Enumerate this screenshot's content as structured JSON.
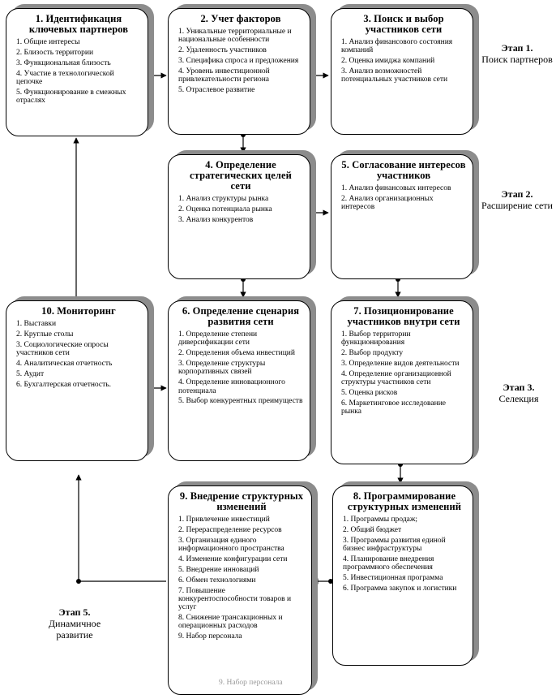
{
  "boxes": [
    {
      "title": "1. Идентификация ключевых партнеров",
      "items": [
        "1. Общие интересы",
        "2. Близость территории",
        "3. Функциональная близость",
        "4. Участие в технологической цепочке",
        "5. Функционирование в смежных отраслях"
      ]
    },
    {
      "title": "2. Учет факторов",
      "items": [
        "1. Уникальные территориальные и национальные особенности",
        "2. Удаленность участников",
        "3. Специфика спроса и предложения",
        "4. Уровень инвестиционной привлекательности региона",
        "5. Отраслевое развитие"
      ]
    },
    {
      "title": "3. Поиск и выбор участников сети",
      "items": [
        "1. Анализ финансового состояния компаний",
        "2. Оценка имиджа компаний",
        "3. Анализ возможностей потенциальных участников сети"
      ]
    },
    {
      "title": "4. Определение стратегических целей сети",
      "items": [
        "1. Анализ структуры рынка",
        "2. Оценка потенциала рынка",
        "3. Анализ конкурентов"
      ]
    },
    {
      "title": "5. Согласование интересов участников",
      "items": [
        "1. Анализ финансовых интересов",
        "2. Анализ организационных интересов"
      ]
    },
    {
      "title": "10. Мониторинг",
      "items": [
        "1. Выставки",
        "2. Круглые столы",
        "3. Социологические опросы участников сети",
        "4. Аналитическая отчетность",
        "5. Аудит",
        "6. Бухгалтерская отчетность."
      ]
    },
    {
      "title": "6. Определение сценария развития сети",
      "items": [
        "1. Определение степени диверсификации сети",
        "2. Определения объема инвестиций",
        "3. Определение структуры корпоративных связей",
        "4. Определение инновационного потенциала",
        "5. Выбор конкурентных преимуществ"
      ]
    },
    {
      "title": "7. Позиционирование участников внутри сети",
      "items": [
        "1. Выбор территории функционирования",
        "2. Выбор продукту",
        "3. Определение видов деятельности",
        "4. Определение организационной структуры участников сети",
        "5. Оценка рисков",
        "6. Маркетинговое исследование рынка"
      ]
    },
    {
      "title": "9. Внедрение структурных изменений",
      "items": [
        "1. Привлечение инвестиций",
        "2. Перераспределение ресурсов",
        "3. Организация единого информационного пространства",
        "4. Изменение конфигурации сети",
        "5. Внедрение инноваций",
        "6. Обмен технологиями",
        "7. Повышение конкурентоспособности товаров и услуг",
        "8. Снижение трансакционных и операционных расходов",
        "9. Набор персонала"
      ]
    },
    {
      "title": "8. Программирование структурных изменений",
      "items": [
        "1. Программы продаж;",
        "2. Общий бюджет",
        "3. Программы развития единой бизнес инфраструктуры",
        "4. Планирование внедрения программного обеспечения",
        "5. Инвестиционная программа",
        "6. Программа закупок и логистики"
      ]
    }
  ],
  "stages": [
    {
      "label": "Этап 1.",
      "desc": "Поиск партнеров"
    },
    {
      "label": "Этап 2.",
      "desc": "Расширение сети"
    },
    {
      "label": "Этап 3.",
      "desc": "Селекция"
    },
    {
      "label": "Этап 5.",
      "desc": "Динамичное развитие"
    }
  ],
  "footnote": "9. Набор персонала"
}
